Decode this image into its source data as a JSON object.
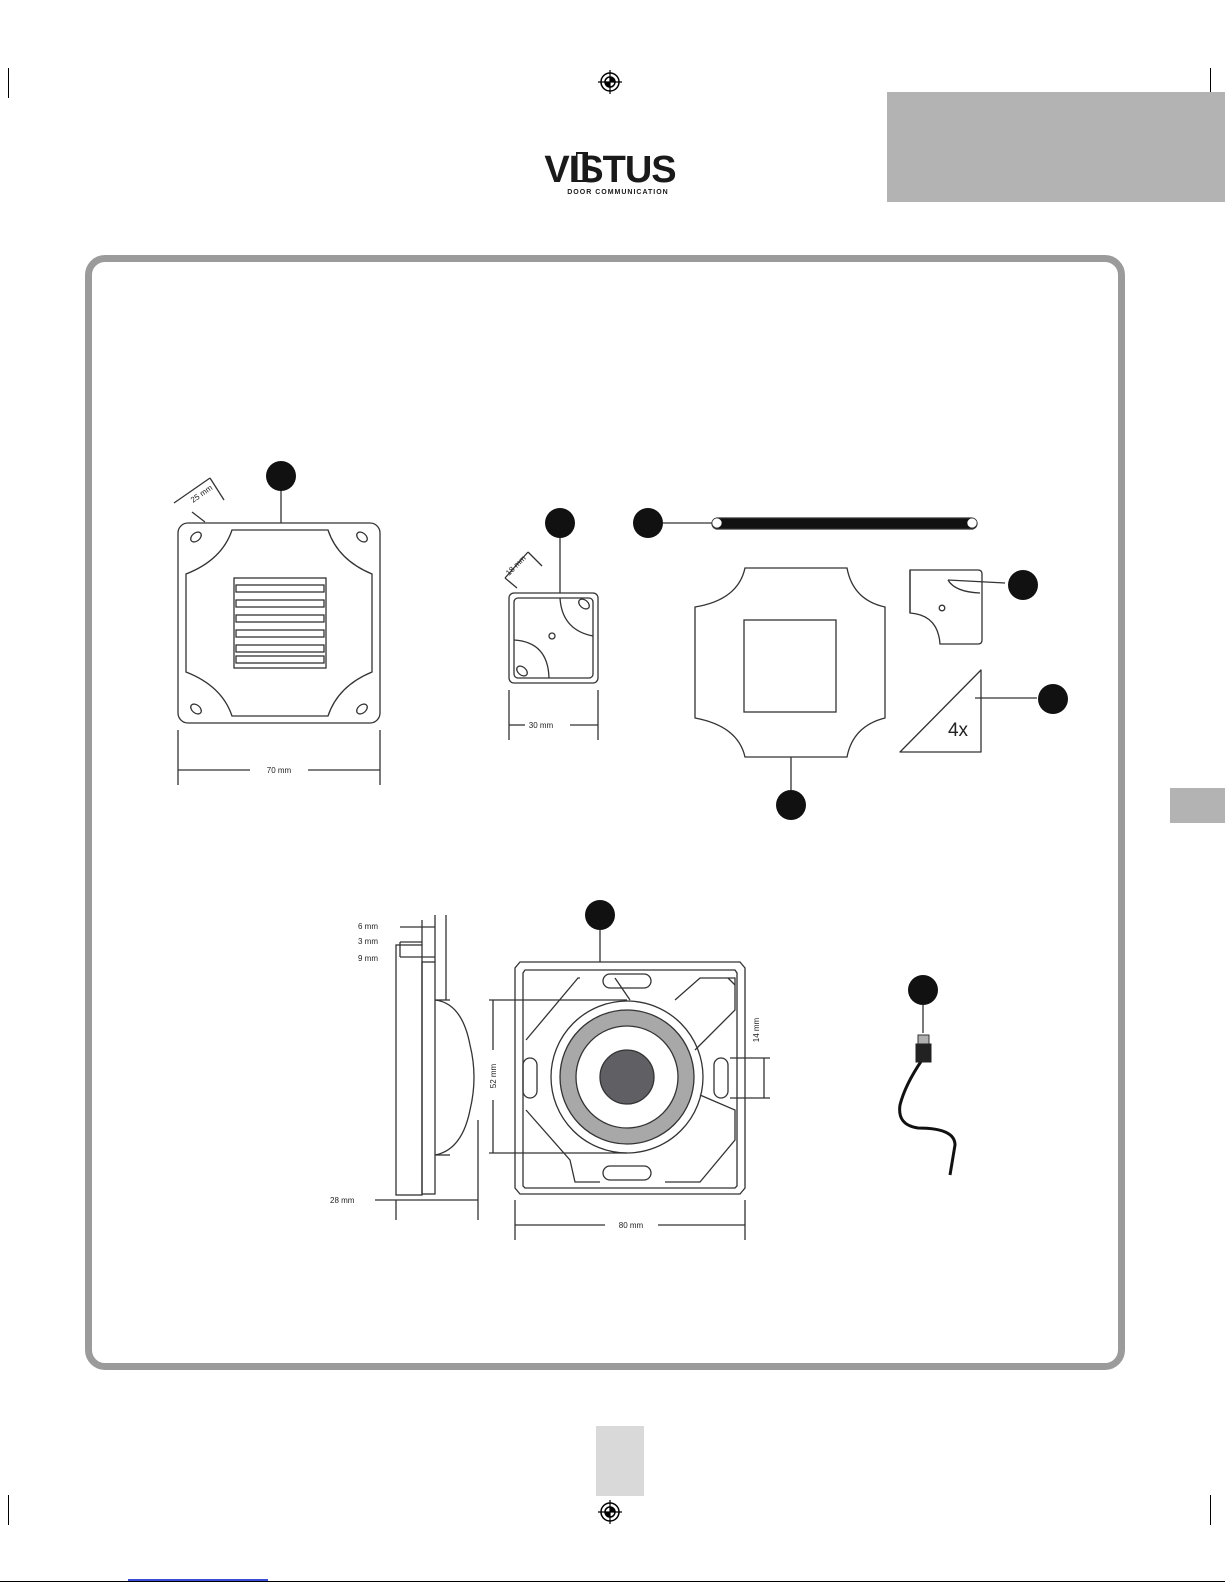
{
  "brand": {
    "logo_text": "VISTUS",
    "logo_tagline": "DOOR COMMUNICATION"
  },
  "dimensions": {
    "grille_width": "70 mm",
    "grille_corner": "25 mm",
    "small_box_width": "30 mm",
    "small_box_corner": "18 mm",
    "depth_6": "6 mm",
    "depth_3": "3 mm",
    "depth_9": "9 mm",
    "depth_28": "28 mm",
    "diameter_52": "52 mm",
    "slot_14": "14 mm",
    "speaker_width": "80 mm"
  },
  "labels": {
    "quantity": "4x"
  },
  "colors": {
    "tab_gray": "#b3b3b3",
    "frame_gray": "#9b9b9b",
    "speaker_ring": "#a8a8a8",
    "speaker_center": "#5f5f64"
  }
}
